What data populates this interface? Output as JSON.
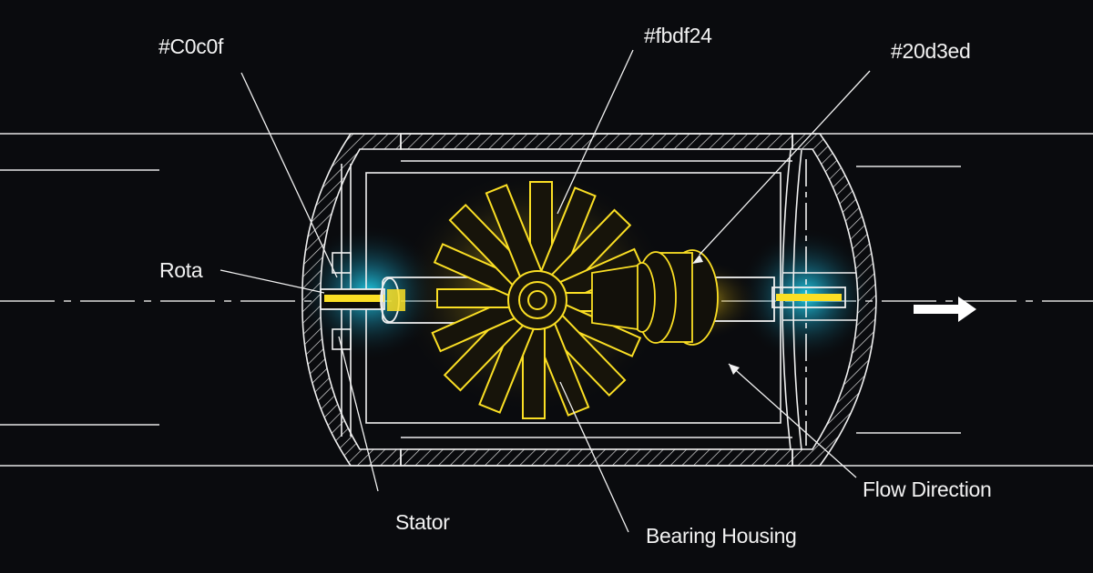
{
  "diagram": {
    "type": "technical-cutaway",
    "subject": "Inline turbine / rotor assembly in cylindrical housing",
    "background_color": "#0a0b0e",
    "line_color": "#f2f2f2",
    "accent_yellow": "#fbdf24",
    "accent_cyan": "#20d3ed"
  },
  "labels": {
    "color_c0c0f": "#C0c0f",
    "color_fbdf24": "#fbdf24",
    "color_20d3ed": "#20d3ed",
    "rota": "Rota",
    "stator": "Stator",
    "bearing_housing": "Bearing Housing",
    "flow_direction": "Flow Direction"
  }
}
